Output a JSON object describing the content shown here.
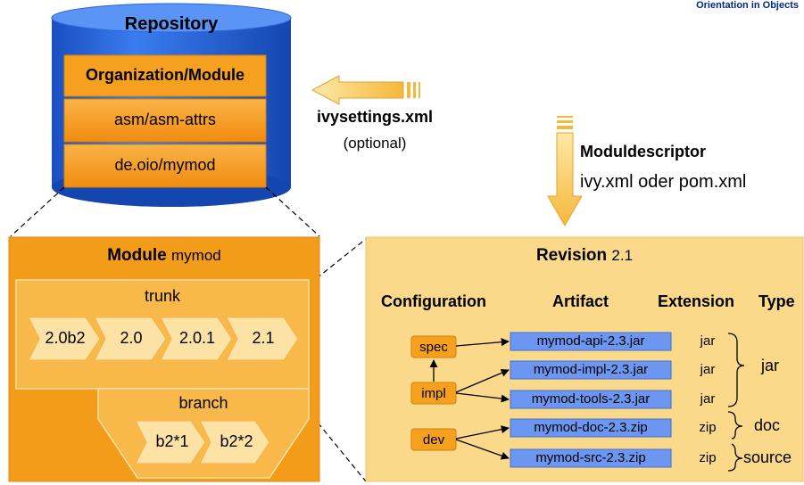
{
  "header": {
    "corner_text": "Orientation in Objects"
  },
  "repository": {
    "title": "Repository",
    "rows": [
      "Organization/Module",
      "asm/asm-attrs",
      "de.oio/mymod"
    ]
  },
  "settings": {
    "file": "ivysettings.xml",
    "note": "(optional)"
  },
  "descriptor": {
    "title": "Moduldescriptor",
    "files": "ivy.xml oder pom.xml"
  },
  "module": {
    "title": "Module",
    "name": "mymod",
    "trunk_label": "trunk",
    "versions": [
      "2.0b2",
      "2.0",
      "2.0.1",
      "2.1"
    ],
    "branch_label": "branch",
    "branch_versions": [
      "b2*1",
      "b2*2"
    ]
  },
  "revision": {
    "title": "Revision",
    "number": "2.1",
    "headers": [
      "Configuration",
      "Artifact",
      "Extension",
      "Type"
    ],
    "configurations": [
      "spec",
      "impl",
      "dev"
    ],
    "artifacts": [
      {
        "name": "mymod-api-2.3.jar",
        "ext": "jar"
      },
      {
        "name": "mymod-impl-2.3.jar",
        "ext": "jar"
      },
      {
        "name": "mymod-tools-2.3.jar",
        "ext": "jar"
      },
      {
        "name": "mymod-doc-2.3.zip",
        "ext": "zip"
      },
      {
        "name": "mymod-src-2.3.zip",
        "ext": "zip"
      }
    ],
    "types": [
      "jar",
      "doc",
      "source"
    ]
  },
  "colors": {
    "repo_blue": "#1f5fd6",
    "orange": "#f39c1a",
    "light_orange": "#fbd98b",
    "artifact_blue": "#6c96f0"
  }
}
